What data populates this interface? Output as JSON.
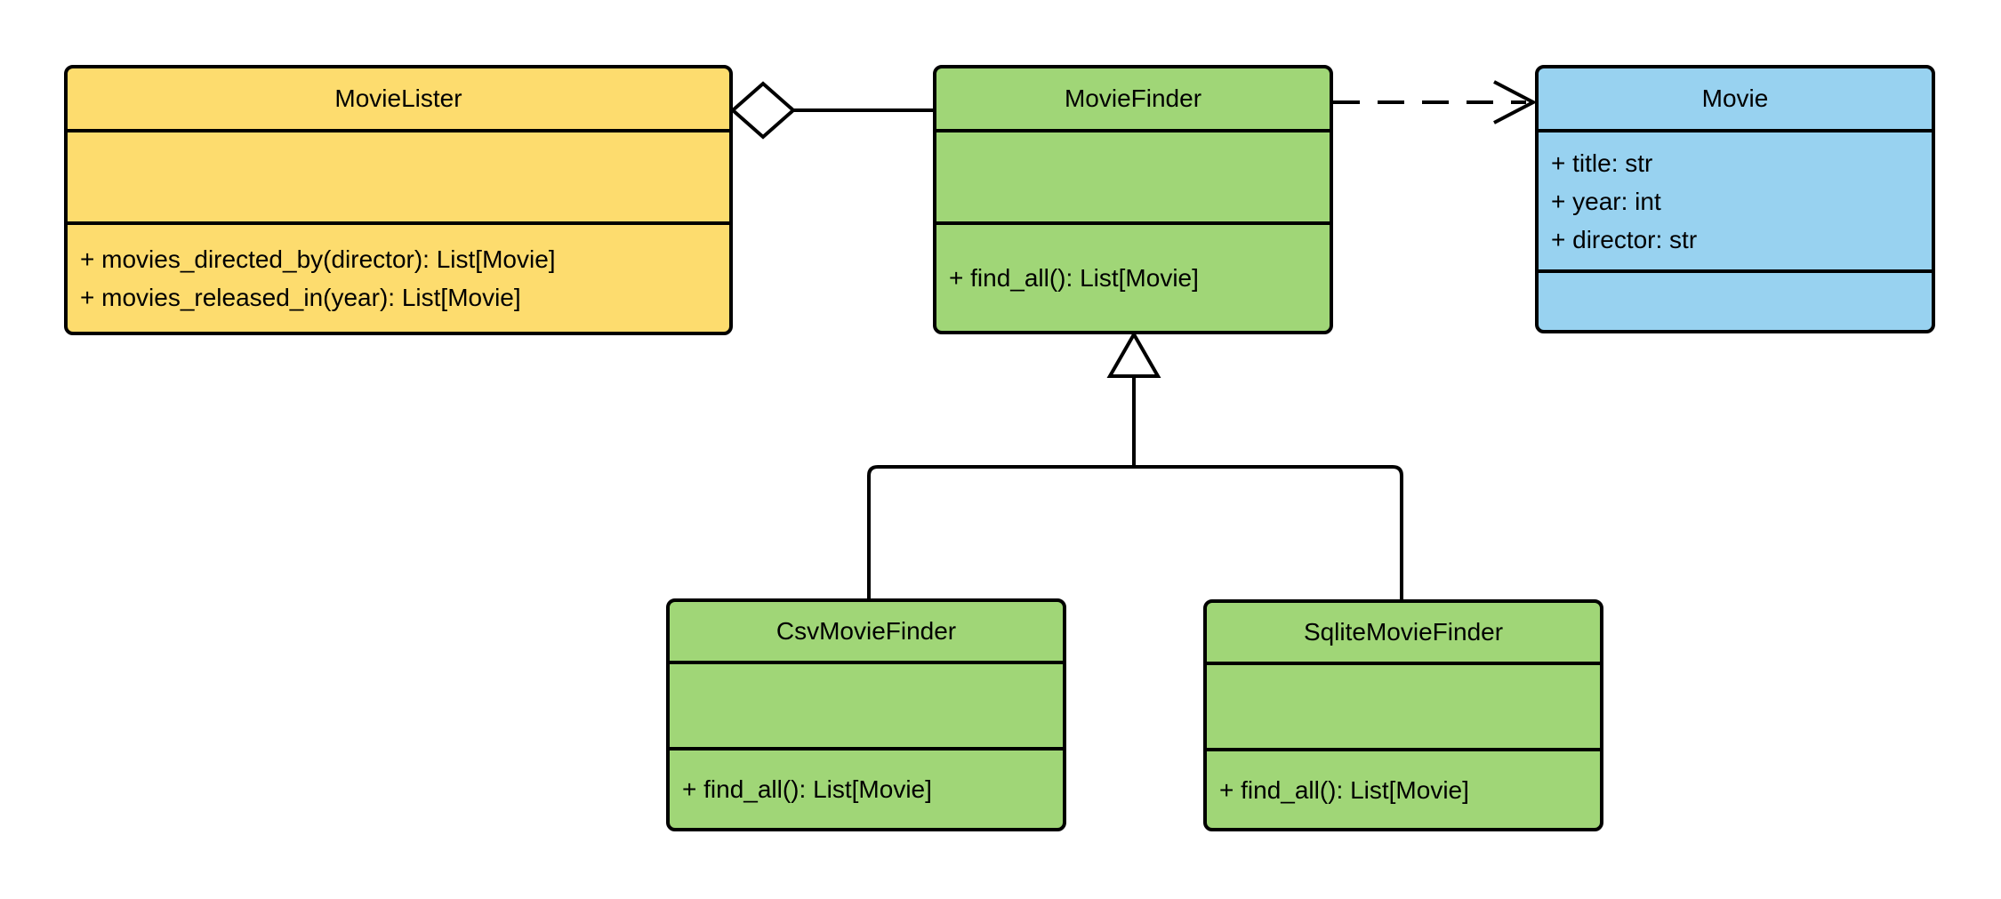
{
  "diagram_title": "UML class diagram",
  "colors": {
    "yellow_fill": "#FDDC6E",
    "green_fill": "#A0D677",
    "blue_fill": "#98D2F0",
    "stroke": "#000000",
    "background": "#FFFFFF"
  },
  "classes": [
    {
      "name": "MovieLister",
      "fill": "#FDDC6E",
      "attributes": [],
      "methods": [
        "+ movies_directed_by(director): List[Movie]",
        "+ movies_released_in(year): List[Movie]"
      ]
    },
    {
      "name": "MovieFinder",
      "fill": "#A0D677",
      "attributes": [],
      "methods": [
        "+ find_all(): List[Movie]"
      ]
    },
    {
      "name": "Movie",
      "fill": "#98D2F0",
      "attributes": [
        "+ title: str",
        "+ year: int",
        "+ director: str"
      ],
      "methods": []
    },
    {
      "name": "CsvMovieFinder",
      "fill": "#A0D677",
      "attributes": [],
      "methods": [
        "+ find_all(): List[Movie]"
      ]
    },
    {
      "name": "SqliteMovieFinder",
      "fill": "#A0D677",
      "attributes": [],
      "methods": [
        "+ find_all(): List[Movie]"
      ]
    }
  ],
  "relationships": [
    {
      "type": "aggregation",
      "from": "MovieLister",
      "to": "MovieFinder",
      "line": "solid",
      "marker": "hollow-diamond-at-source"
    },
    {
      "type": "dependency",
      "from": "MovieFinder",
      "to": "Movie",
      "line": "dashed",
      "marker": "open-arrow-at-target"
    },
    {
      "type": "generalization",
      "from": "CsvMovieFinder",
      "to": "MovieFinder",
      "line": "solid",
      "marker": "hollow-triangle-at-target"
    },
    {
      "type": "generalization",
      "from": "SqliteMovieFinder",
      "to": "MovieFinder",
      "line": "solid",
      "marker": "hollow-triangle-at-target"
    }
  ]
}
